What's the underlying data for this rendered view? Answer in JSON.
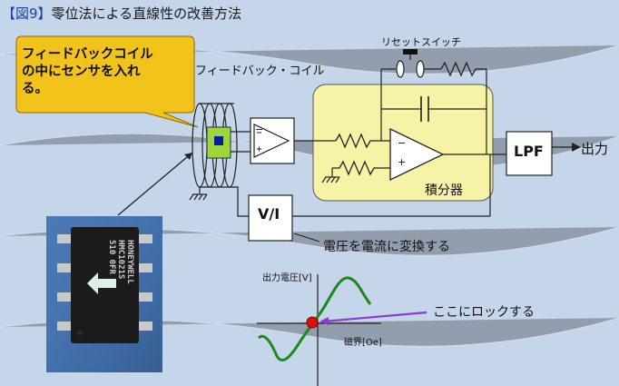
{
  "title": {
    "figure_label": "【図9】",
    "text": "零位法による直線性の改善方法"
  },
  "callout": {
    "line1": "フィードバックコイル",
    "line2": "の中にセンサを入れ",
    "line3": "る。"
  },
  "labels": {
    "feedback_coil": "フィードバック・コイル",
    "reset_switch": "リセットスイッチ",
    "integrator": "積分器",
    "lpf": "LPF",
    "output": "出力",
    "vi": "V/I",
    "vi_caption": "電圧を電流に変換する",
    "opamp_minus": "−",
    "opamp_plus": "+"
  },
  "chip": {
    "marking_line1": "HONEYWELL",
    "marking_line2": "HMC1021S",
    "marking_line3": "510 0FR"
  },
  "graph": {
    "ylabel": "出力電圧[V]",
    "xlabel": "磁界[Oe]",
    "annotation": "ここにロックする"
  },
  "colors": {
    "background": "#c5d5ea",
    "callout_fill": "#f2c31a",
    "integrator_fill": "#f6f3a6",
    "curve": "#1a8a1a",
    "lock_point": "#e01010",
    "arrow_purple": "#8a3ad8",
    "title_blue": "#1f3fb0"
  }
}
